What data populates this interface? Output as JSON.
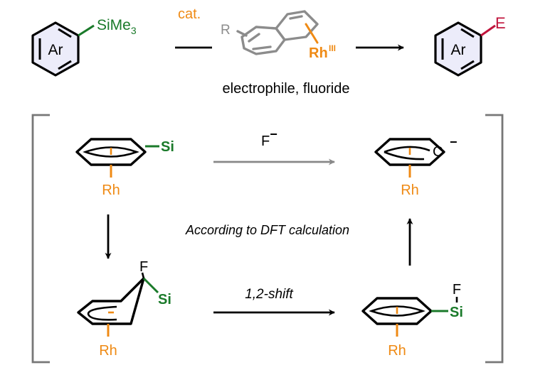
{
  "colors": {
    "black": "#000000",
    "orange": "#ef8a14",
    "green": "#1a7a2a",
    "red": "#c0143c",
    "gray": "#777777",
    "lightgray": "#8c8c8c",
    "ringfill": "#ececfa"
  },
  "top": {
    "reactant_ring_label": "Ar",
    "reactant_substituent": "SiMe",
    "reactant_subscript": "3",
    "catalyst_label": "cat.",
    "catalyst_r": "R",
    "catalyst_metal": "Rh",
    "catalyst_oxidation": "III",
    "conditions": "electrophile,  fluoride",
    "product_ring_label": "Ar",
    "product_substituent": "E"
  },
  "mechanism": {
    "top_left_si": "Si",
    "top_left_rh": "Rh",
    "fluoride": "F",
    "fluoride_charge": "−",
    "top_right_c": "C",
    "top_right_charge": "−",
    "top_right_rh": "Rh",
    "dft_note": "According to DFT calculation",
    "bottom_left_f": "F",
    "bottom_left_si": "Si",
    "bottom_left_rh": "Rh",
    "shift_label": "1,2-shift",
    "bottom_right_f": "F",
    "bottom_right_si": "Si",
    "bottom_right_rh": "Rh"
  }
}
